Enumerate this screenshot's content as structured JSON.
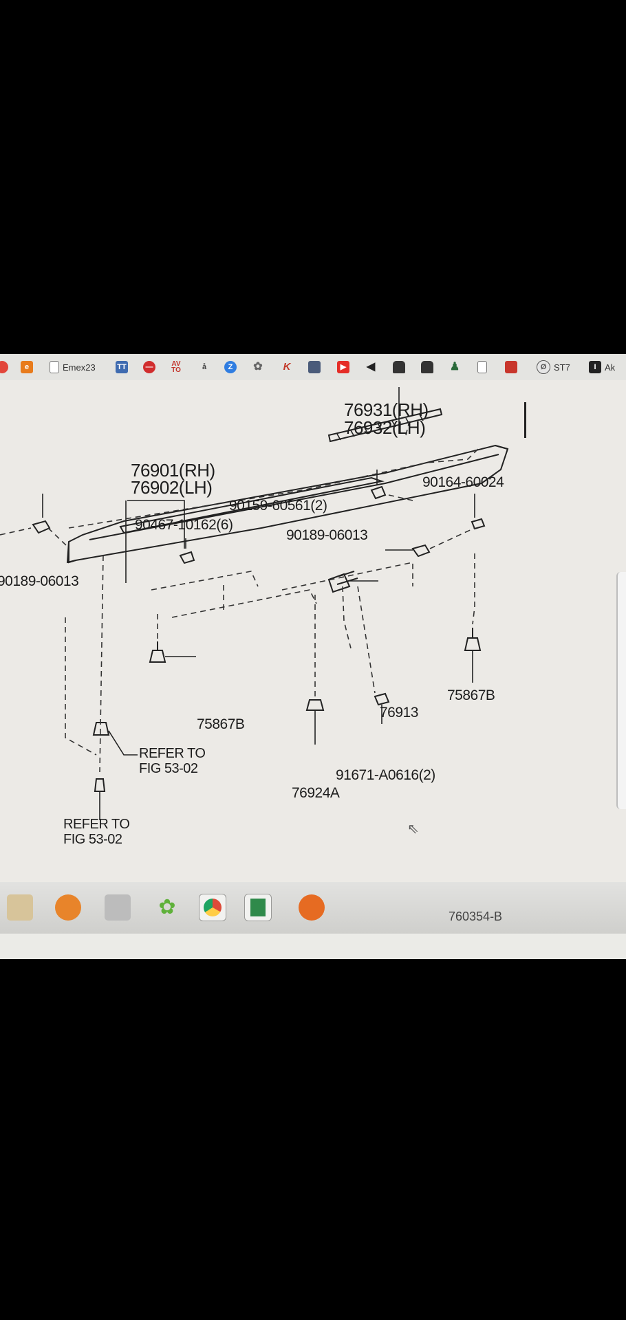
{
  "browser": {
    "bookmarks": [
      {
        "label": "",
        "icon": "red-circle-icon",
        "color": "#e2463b"
      },
      {
        "label": "",
        "icon": "orange-e-icon",
        "color": "#e87b1c"
      },
      {
        "label": "Emex23",
        "icon": "page-icon",
        "color": "#ffffff"
      },
      {
        "label": "",
        "icon": "tt-icon",
        "color": "#3f6bb0"
      },
      {
        "label": "",
        "icon": "stop-icon",
        "color": "#d12d2d"
      },
      {
        "label": "",
        "icon": "av-to-icon",
        "color": "#c2332a"
      },
      {
        "label": "",
        "icon": "a-icon",
        "color": "#444444"
      },
      {
        "label": "",
        "icon": "z-icon",
        "color": "#2f7de1"
      },
      {
        "label": "",
        "icon": "gear-icon",
        "color": "#666666"
      },
      {
        "label": "",
        "icon": "k-icon",
        "color": "#c33a2a"
      },
      {
        "label": "",
        "icon": "badge-icon",
        "color": "#4a5b7a"
      },
      {
        "label": "",
        "icon": "youtube-icon",
        "color": "#e52d27"
      },
      {
        "label": "",
        "icon": "megaphone-icon",
        "color": "#222222"
      },
      {
        "label": "",
        "icon": "lock-icon",
        "color": "#333333"
      },
      {
        "label": "",
        "icon": "lock-icon",
        "color": "#333333"
      },
      {
        "label": "",
        "icon": "figure-icon",
        "color": "#2a6a3a"
      },
      {
        "label": "",
        "icon": "page-icon",
        "color": "#ffffff"
      },
      {
        "label": "",
        "icon": "red-square-icon",
        "color": "#c8362c"
      },
      {
        "label": "ST7",
        "icon": "st-icon",
        "color": "#555555"
      },
      {
        "label": "Ak",
        "icon": "i-icon",
        "color": "#222222"
      }
    ]
  },
  "diagram": {
    "labels": {
      "p76931": "76931(RH)",
      "p76932": "76932(LH)",
      "p76901": "76901(RH)",
      "p76902": "76902(LH)",
      "p90164": "90164-60024",
      "p90159": "90159-60561(2)",
      "p90467": "90467-10162(6)",
      "p90189a": "90189-06013",
      "p90189b": "90189-06013",
      "p75867b_right": "75867B",
      "p75867b_left": "75867B",
      "p76913": "76913",
      "refer1_a": "REFER TO",
      "refer1_b": "FIG 53-02",
      "refer2_a": "REFER TO",
      "refer2_b": "FIG 53-02",
      "p91671": "91671-A0616(2)",
      "p76924a": "76924A"
    },
    "drawing_id": "760354-B"
  },
  "taskbar": {
    "apps": [
      {
        "icon": "file-manager-icon",
        "color": "#d7c49a"
      },
      {
        "icon": "media-player-icon",
        "color": "#e8842a"
      },
      {
        "icon": "document-icon",
        "color": "#bcbcbc"
      },
      {
        "icon": "icq-flower-icon",
        "color": "#5fb13a"
      },
      {
        "icon": "chrome-icon",
        "color": "#dd4b39"
      },
      {
        "icon": "spreadsheet-icon",
        "color": "#2f8a4a"
      },
      {
        "icon": "firefox-icon",
        "color": "#e66b22"
      }
    ]
  }
}
